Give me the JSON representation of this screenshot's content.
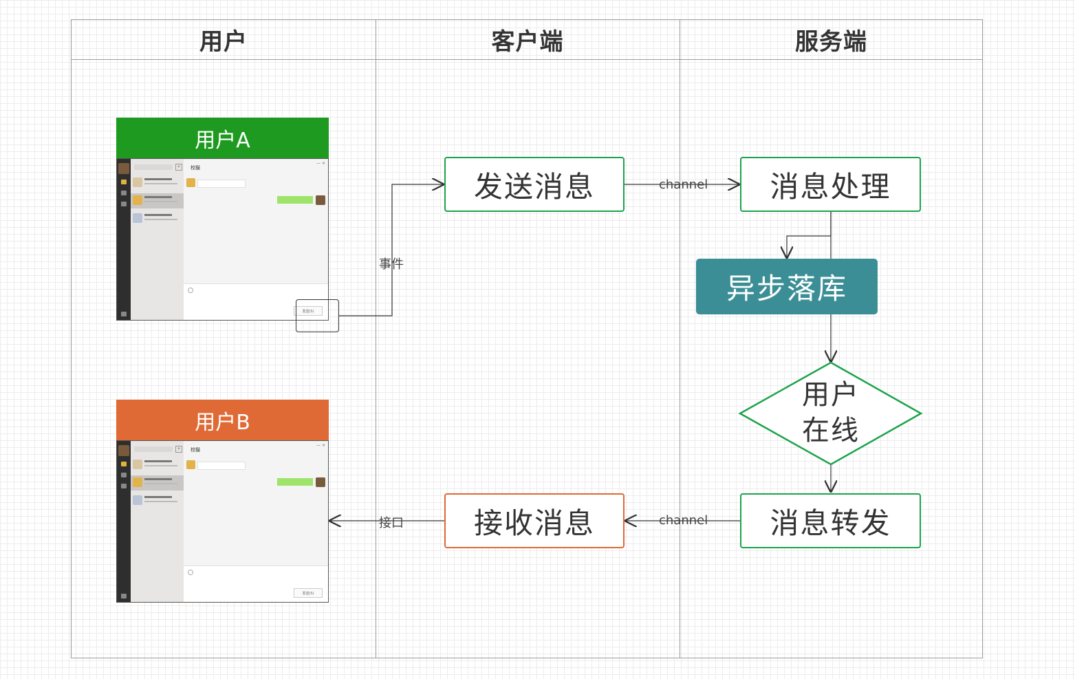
{
  "lanes": [
    "用户",
    "客户端",
    "服务端"
  ],
  "users": {
    "a": {
      "label": "用户A",
      "color": "#1e9a20"
    },
    "b": {
      "label": "用户B",
      "color": "#e06a35"
    }
  },
  "nodes": {
    "send": "发送消息",
    "receive": "接收消息",
    "process": "消息处理",
    "store": "异步落库",
    "online_line1": "用户",
    "online_line2": "在线",
    "forward": "消息转发"
  },
  "edge_labels": {
    "event": "事件",
    "channel_top": "channel",
    "channel_bottom": "channel",
    "receive": "接口"
  },
  "colors": {
    "green": "#1aa34a",
    "orange": "#de6833",
    "teal": "#3b8e96"
  }
}
